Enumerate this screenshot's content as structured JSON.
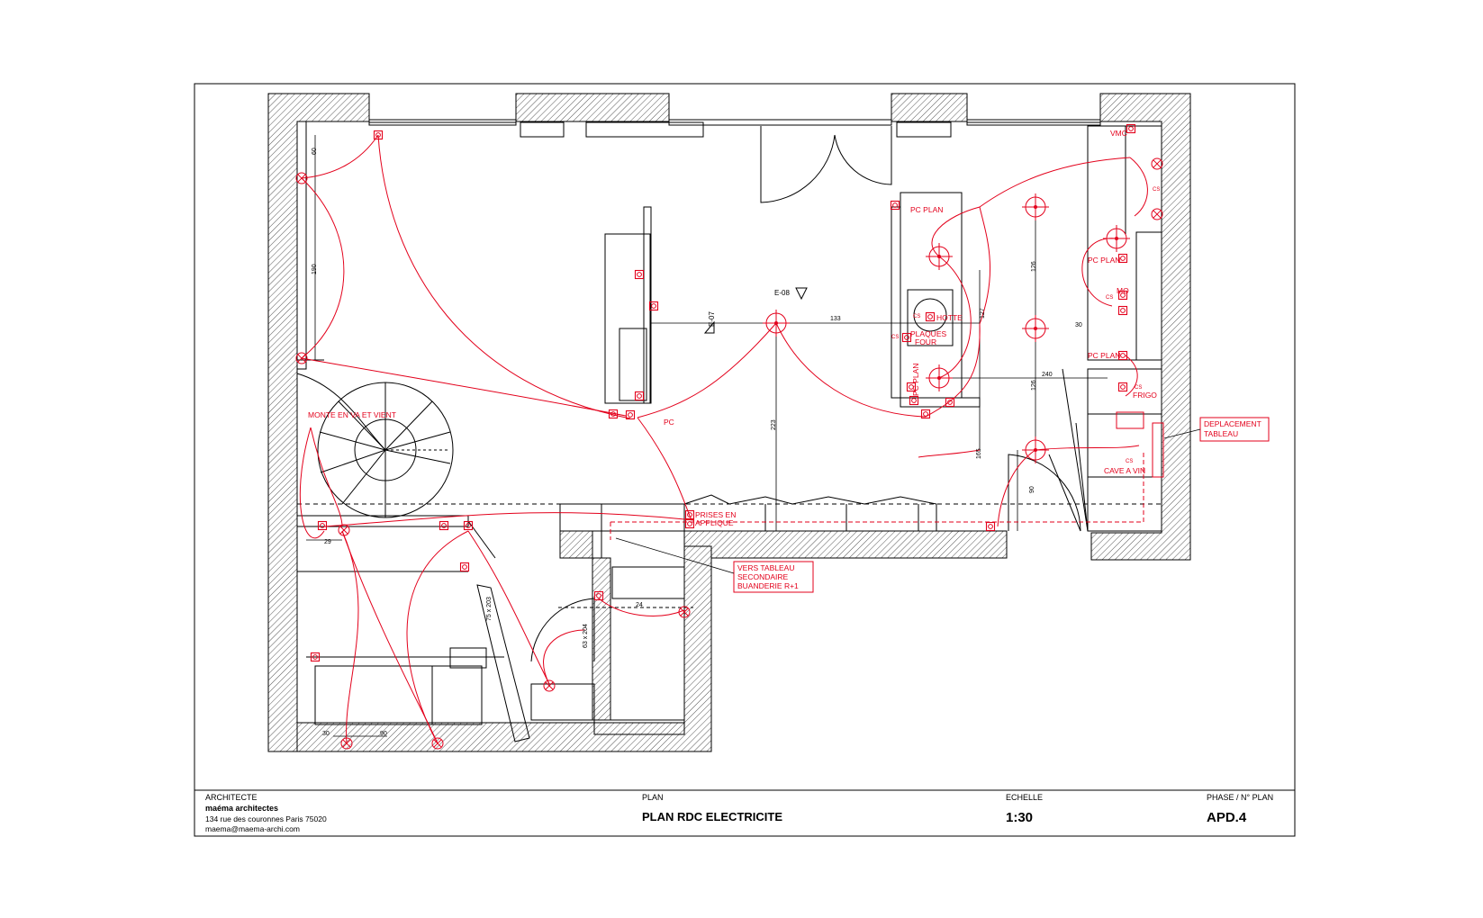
{
  "title_block": {
    "architect_label": "ARCHITECTE",
    "architect_name": "maéma architectes",
    "architect_address": "134 rue des couronnes Paris 75020",
    "architect_email": "maema@maema-archi.com",
    "plan_label": "PLAN",
    "plan_title": "PLAN RDC ELECTRICITE",
    "scale_label": "ECHELLE",
    "scale_value": "1:30",
    "phase_label": "PHASE / N° PLAN",
    "phase_value": "APD.4"
  },
  "annotations": {
    "monte_en_va_et_vient": "MONTE EN VA ET VIENT",
    "pc": "PC",
    "pc_plan_1": "PC PLAN",
    "hotte": "HOTTE",
    "plaques": "PLAQUES",
    "four": "FOUR",
    "pc_plan_2": "PC PLAN",
    "prises_line1": "PRISES EN",
    "prises_line2": "APPLIQUE",
    "vmc": "VMC",
    "pc_plan_3": "PC PLAN",
    "mo": "MO",
    "pc_plan_4": "PC PLAN",
    "frigo": "FRIGO",
    "cave_a_vin": "CAVE A VIN",
    "cs1": "CS",
    "cs2": "CS",
    "cs3": "CS",
    "cs4": "CS",
    "cs5": "CS",
    "cs6": "CS"
  },
  "callouts": {
    "deplacement_line1": "DEPLACEMENT",
    "deplacement_line2": "TABLEAU",
    "vers_line1": "VERS TABLEAU",
    "vers_line2": "SECONDAIRE",
    "vers_line3": "BUANDERIE R+1"
  },
  "section_marks": {
    "e07": "E-07",
    "e08": "E-08"
  },
  "dimensions": {
    "d60": "60",
    "d190": "190",
    "d133": "133",
    "d223": "223",
    "d127": "127",
    "d126a": "126",
    "d126b": "126",
    "d240": "240",
    "d30": "30",
    "d165": "165",
    "d90a": "90",
    "d29": "29",
    "d24": "24",
    "d75x203": "75 x 203",
    "d63x204": "63 x 204",
    "d90b": "90",
    "d30b": "30"
  },
  "colors": {
    "electric": "#e3001b",
    "wall": "#000000",
    "hatch": "#555555"
  }
}
